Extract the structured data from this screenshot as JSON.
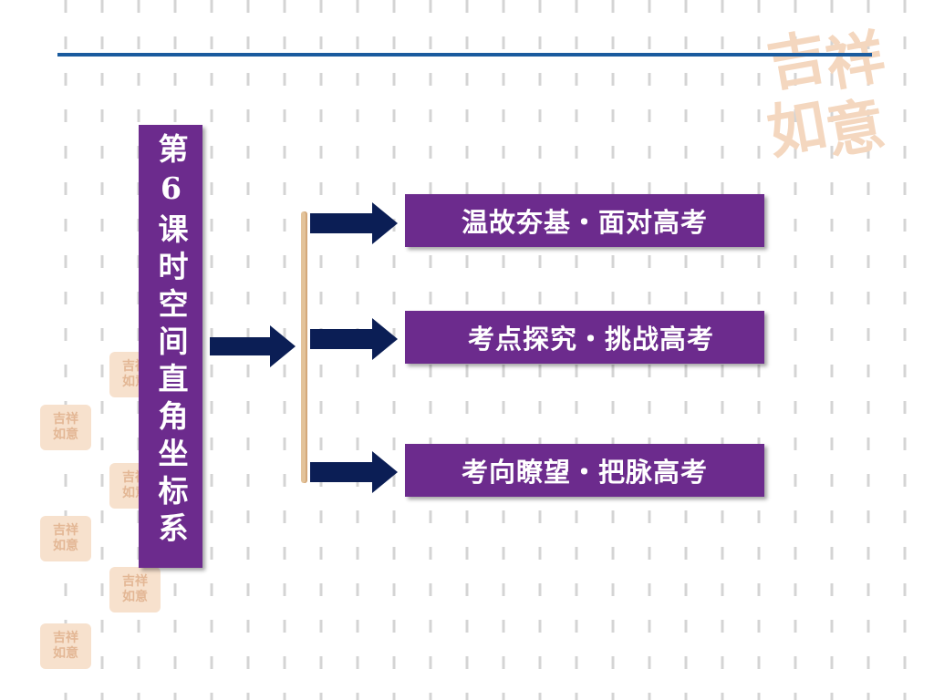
{
  "title": {
    "text": "第6课时空间直角坐标系"
  },
  "menu": {
    "items": [
      {
        "label": "温故夯基・面对高考"
      },
      {
        "label": "考点探究・挑战高考"
      },
      {
        "label": "考向瞭望・把脉高考"
      }
    ]
  },
  "decor": {
    "seal_text": "吉祥如意",
    "seal_glyphs": [
      "吉",
      "祥",
      "如",
      "意"
    ]
  },
  "colors": {
    "purple": "#6c2b8d",
    "navy_arrow": "#0b1e55",
    "blue_rule": "#1a5b9e",
    "tan_bracket": "#e3c39a",
    "seal_peach": "#f4d7bf",
    "grid_gray": "#d4d4d4"
  },
  "icons": {
    "arrow": "right-arrow-icon",
    "seal": "auspicious-seal-icon"
  }
}
